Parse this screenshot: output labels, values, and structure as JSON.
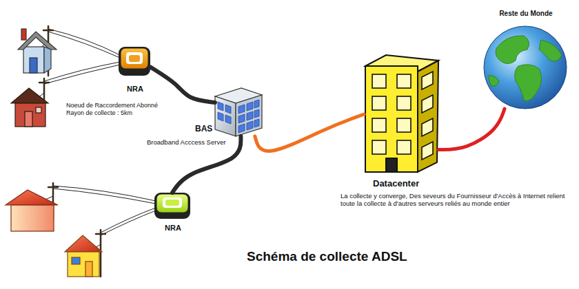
{
  "diagram": {
    "title": "Schéma de collecte ADSL",
    "nodes": [
      {
        "text": [
          "NRA",
          "Noeud de Raccordement Abonné",
          "Rayon de collecte : 5km"
        ]
      },
      {
        "text": [
          "BAS",
          "Broadband Acccess Server"
        ]
      },
      {
        "text": [
          "NRA"
        ]
      },
      {
        "text": [
          "Datacenter",
          "La collecte y converge, Des seveurs du Fournisseur d'Accès à Internet relient toute la collecte à d'autres serveurs reliés au monde entier"
        ]
      },
      {
        "text": [
          "Reste du Monde"
        ]
      }
    ],
    "edges": [
      {
        "from": 0,
        "to": 1,
        "arrow": "none"
      },
      {
        "from": 2,
        "to": 1,
        "arrow": "none"
      },
      {
        "from": 1,
        "to": 3,
        "arrow": "none"
      },
      {
        "from": 3,
        "to": 4,
        "arrow": "none"
      }
    ]
  }
}
